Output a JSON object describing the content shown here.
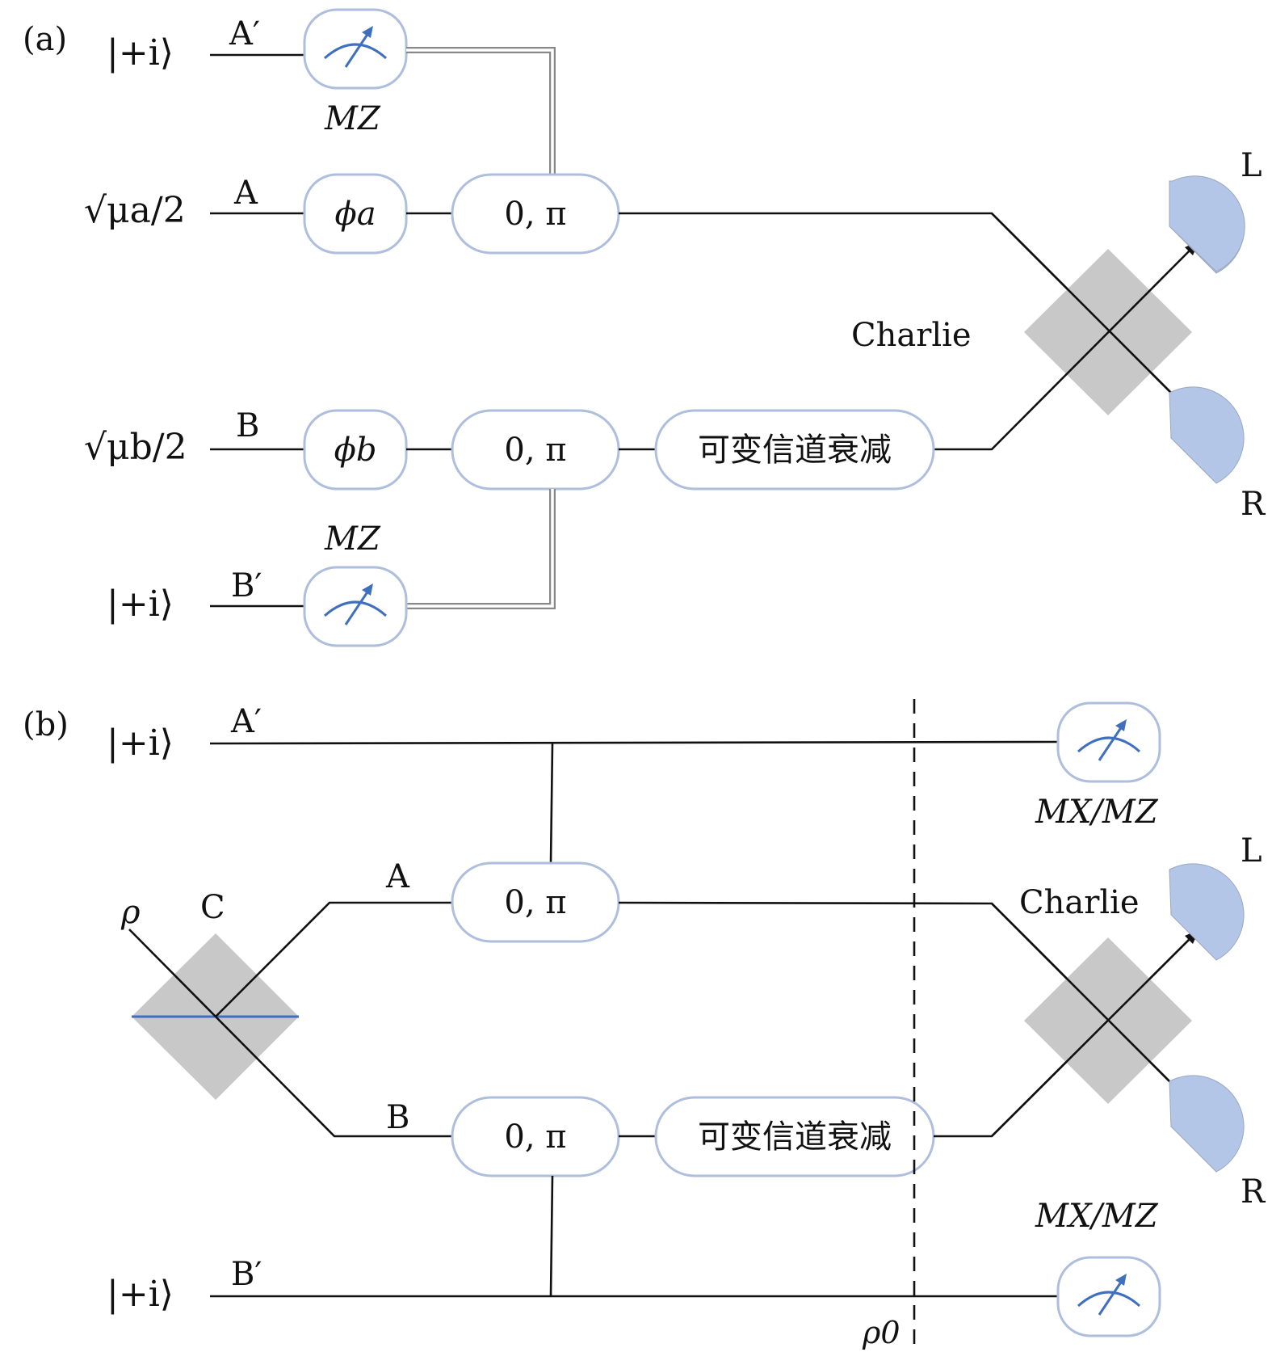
{
  "panel_a": {
    "tag": "(a)",
    "rows": {
      "a_prime": {
        "state": "|+i⟩",
        "wire": "A′"
      },
      "a": {
        "state": "√μa/2",
        "wire": "A"
      },
      "b": {
        "state": "√μb/2",
        "wire": "B"
      },
      "b_prime": {
        "state": "|+i⟩",
        "wire": "B′"
      }
    },
    "meter_label_top": "MZ",
    "meter_label_bottom": "MZ",
    "phase_a": "ϕa",
    "phase_b": "ϕb",
    "mod_top": "0, π",
    "mod_bottom": "0, π",
    "attenuator": "可变信道衰减",
    "charlie": "Charlie",
    "det_L": "L",
    "det_R": "R"
  },
  "panel_b": {
    "tag": "(b)",
    "rows": {
      "a_prime": {
        "state": "|+i⟩",
        "wire": "A′"
      },
      "a": {
        "wire": "A"
      },
      "b": {
        "wire": "B"
      },
      "b_prime": {
        "state": "|+i⟩",
        "wire": "B′"
      }
    },
    "source_rho": "ρ",
    "source_c": "C",
    "mod_top": "0, π",
    "mod_bottom": "0, π",
    "attenuator": "可变信道衰减",
    "meter_label_top": "MX/MZ",
    "meter_label_bottom": "MX/MZ",
    "charlie": "Charlie",
    "det_L": "L",
    "det_R": "R",
    "cut_label": "ρ0"
  },
  "colors": {
    "box_border": "#aebedd",
    "meter": "#3f6fbf",
    "beamsplitter": "#c8c8c8",
    "detector": "#b4c6e7"
  }
}
